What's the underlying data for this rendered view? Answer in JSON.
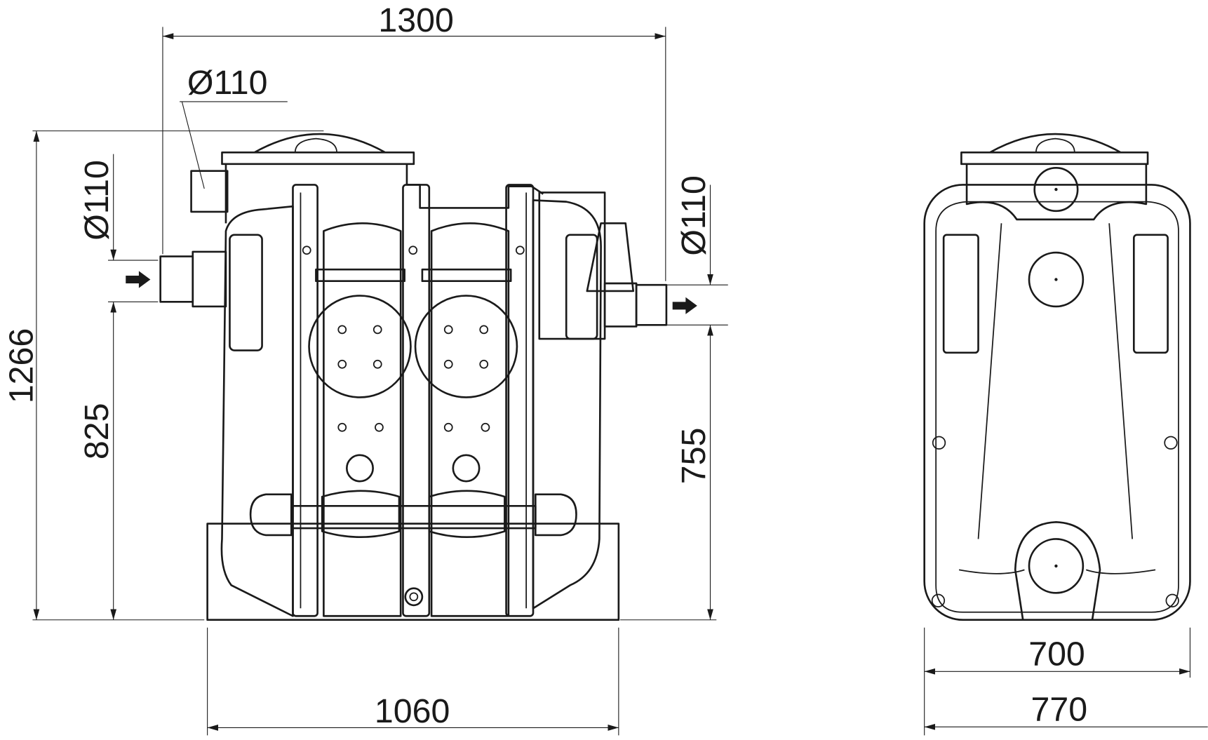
{
  "front_view": {
    "width_overall": "1300",
    "inlet_top_diameter": "Ø110",
    "height_overall": "1266",
    "inlet_diameter": "Ø110",
    "inlet_height": "825",
    "outlet_diameter": "Ø110",
    "outlet_height": "755",
    "base_width": "1060"
  },
  "side_view": {
    "base_width": "700",
    "width_overall": "770"
  },
  "colors": {
    "line": "#1a1a1a",
    "background": "#ffffff"
  }
}
